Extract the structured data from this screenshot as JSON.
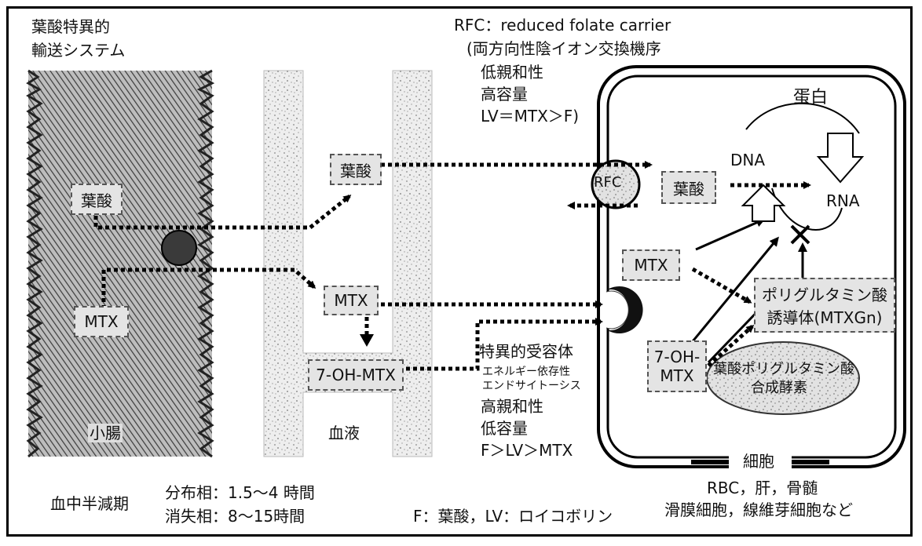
{
  "intestine": {
    "title_line1": "葉酸特異的",
    "title_line2": "輸送システム",
    "label": "小腸",
    "box_folate": "葉酸",
    "box_mtx": "MTX"
  },
  "blood": {
    "label": "血液",
    "box_folate": "葉酸",
    "box_mtx": "MTX",
    "box_metabolite": "7-OH-MTX"
  },
  "rfc": {
    "line1": "RFC：reduced folate carrier",
    "line2": "(両方向性陰イオン交換機序",
    "line3": "低親和性",
    "line4": "高容量",
    "line5": "LV＝MTX＞F)",
    "circle_label": "RFC"
  },
  "receptor": {
    "line1": "特異的受容体",
    "line2": "エネルギー依存性",
    "line3": "エンドサイトーシス",
    "line4": "高親和性",
    "line5": "低容量",
    "line6": "F＞LV＞MTX"
  },
  "cell": {
    "protein": "蛋白",
    "dna": "DNA",
    "rna": "RNA",
    "box_folate": "葉酸",
    "box_mtx": "MTX",
    "polyglu_line1": "ポリグルタミン酸",
    "polyglu_line2": "誘導体(MTXGn)",
    "metabolite_line1": "7-OH-",
    "metabolite_line2": "MTX",
    "enzyme_line1": "葉酸ポリグルタミン酸",
    "enzyme_line2": "合成酵素",
    "label": "細胞",
    "sites_line1": "RBC，肝，骨髄",
    "sites_line2": "滑膜細胞，線維芽細胞など"
  },
  "footer": {
    "halflife": "血中半減期",
    "distribution": "分布相：1.5〜4 時間",
    "elimination": "消失相：8〜15時間",
    "legend": "F：葉酸，LV：ロイコボリン"
  }
}
